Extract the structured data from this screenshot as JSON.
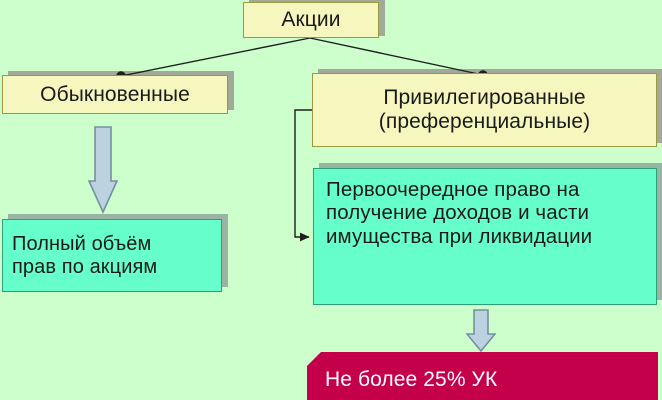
{
  "diagram": {
    "title": "Акции",
    "background_color": "#ccffcc",
    "nodes": {
      "title": {
        "label": "Акции",
        "fill": "#f6f6bf"
      },
      "ordinary": {
        "label": "Обыкновенные",
        "fill": "#f6f6bf"
      },
      "preferred": {
        "label": "Привилегированные\n(преференциальные)",
        "fill": "#f6f6bf"
      },
      "full_rights": {
        "label": "Полный объём\nправ по акциям",
        "fill": "#66ffcc"
      },
      "priority_right": {
        "label": "Первоочередное право на\nполучение доходов и части\nимущества при ликвидации",
        "fill": "#66ffcc"
      },
      "capital_limit": {
        "label": "Не более 25% УК",
        "fill": "#c4004a",
        "text_color": "#ffffff"
      }
    },
    "arrows": {
      "title_to_ordinary": "line-arrow",
      "title_to_preferred": "line-arrow",
      "ordinary_to_full_rights": "down-block-arrow",
      "preferred_to_priority_right": "elbow-arrow",
      "priority_right_to_capital_limit": "down-block-arrow"
    }
  }
}
